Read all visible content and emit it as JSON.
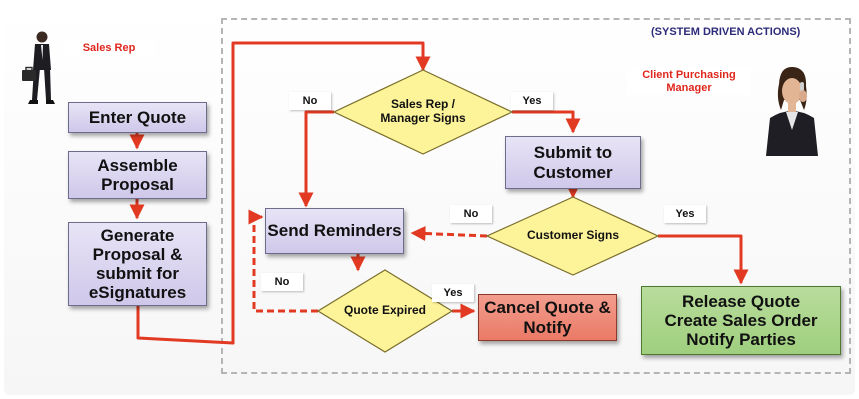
{
  "system_label": "(SYSTEM DRIVEN ACTIONS)",
  "roles": {
    "sales_rep": "Sales Rep",
    "client_manager": "Client Purchasing Manager"
  },
  "steps": {
    "enter_quote": "Enter Quote",
    "assemble_proposal": "Assemble Proposal",
    "generate_proposal": "Generate Proposal & submit for eSignatures",
    "submit_customer": "Submit to Customer",
    "send_reminders": "Send Reminders",
    "cancel_quote": "Cancel Quote & Notify",
    "release_quote": "Release Quote Create Sales Order Notify Parties"
  },
  "decisions": {
    "rep_signs": "Sales Rep / Manager Signs",
    "customer_signs": "Customer Signs",
    "quote_expired": "Quote Expired"
  },
  "edge_labels": {
    "rep_no": "No",
    "rep_yes": "Yes",
    "cust_no": "No",
    "cust_yes": "Yes",
    "exp_no": "No",
    "exp_yes": "Yes"
  },
  "colors": {
    "arrow": "#e23a22",
    "process_fill": "#d8d2ee",
    "decision_fill": "#fdf49a",
    "cancel_fill": "#ee8672",
    "release_fill": "#aed68c",
    "role_text": "#e0261c"
  }
}
